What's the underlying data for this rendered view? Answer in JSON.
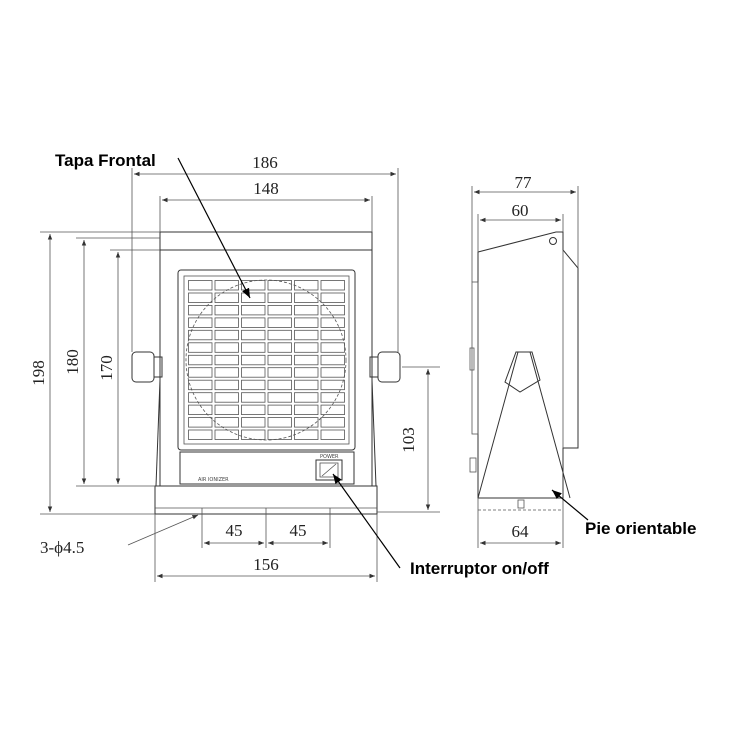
{
  "callouts": {
    "front_cover": "Tapa Frontal",
    "power_switch": "Interruptor on/off",
    "adjustable_stand": "Pie orientable"
  },
  "front_view": {
    "width_overall": "186",
    "width_body": "148",
    "height_overall": "198",
    "height_body": "180",
    "height_front": "170",
    "height_pivot": "103",
    "base_width": "156",
    "hole_spacing_left": "45",
    "hole_spacing_right": "45",
    "holes": "3-ϕ4.5",
    "panel_label": "AIR IONIZER",
    "switch_label": "POWER"
  },
  "side_view": {
    "depth_overall": "77",
    "depth_body": "60",
    "base_depth": "64"
  }
}
